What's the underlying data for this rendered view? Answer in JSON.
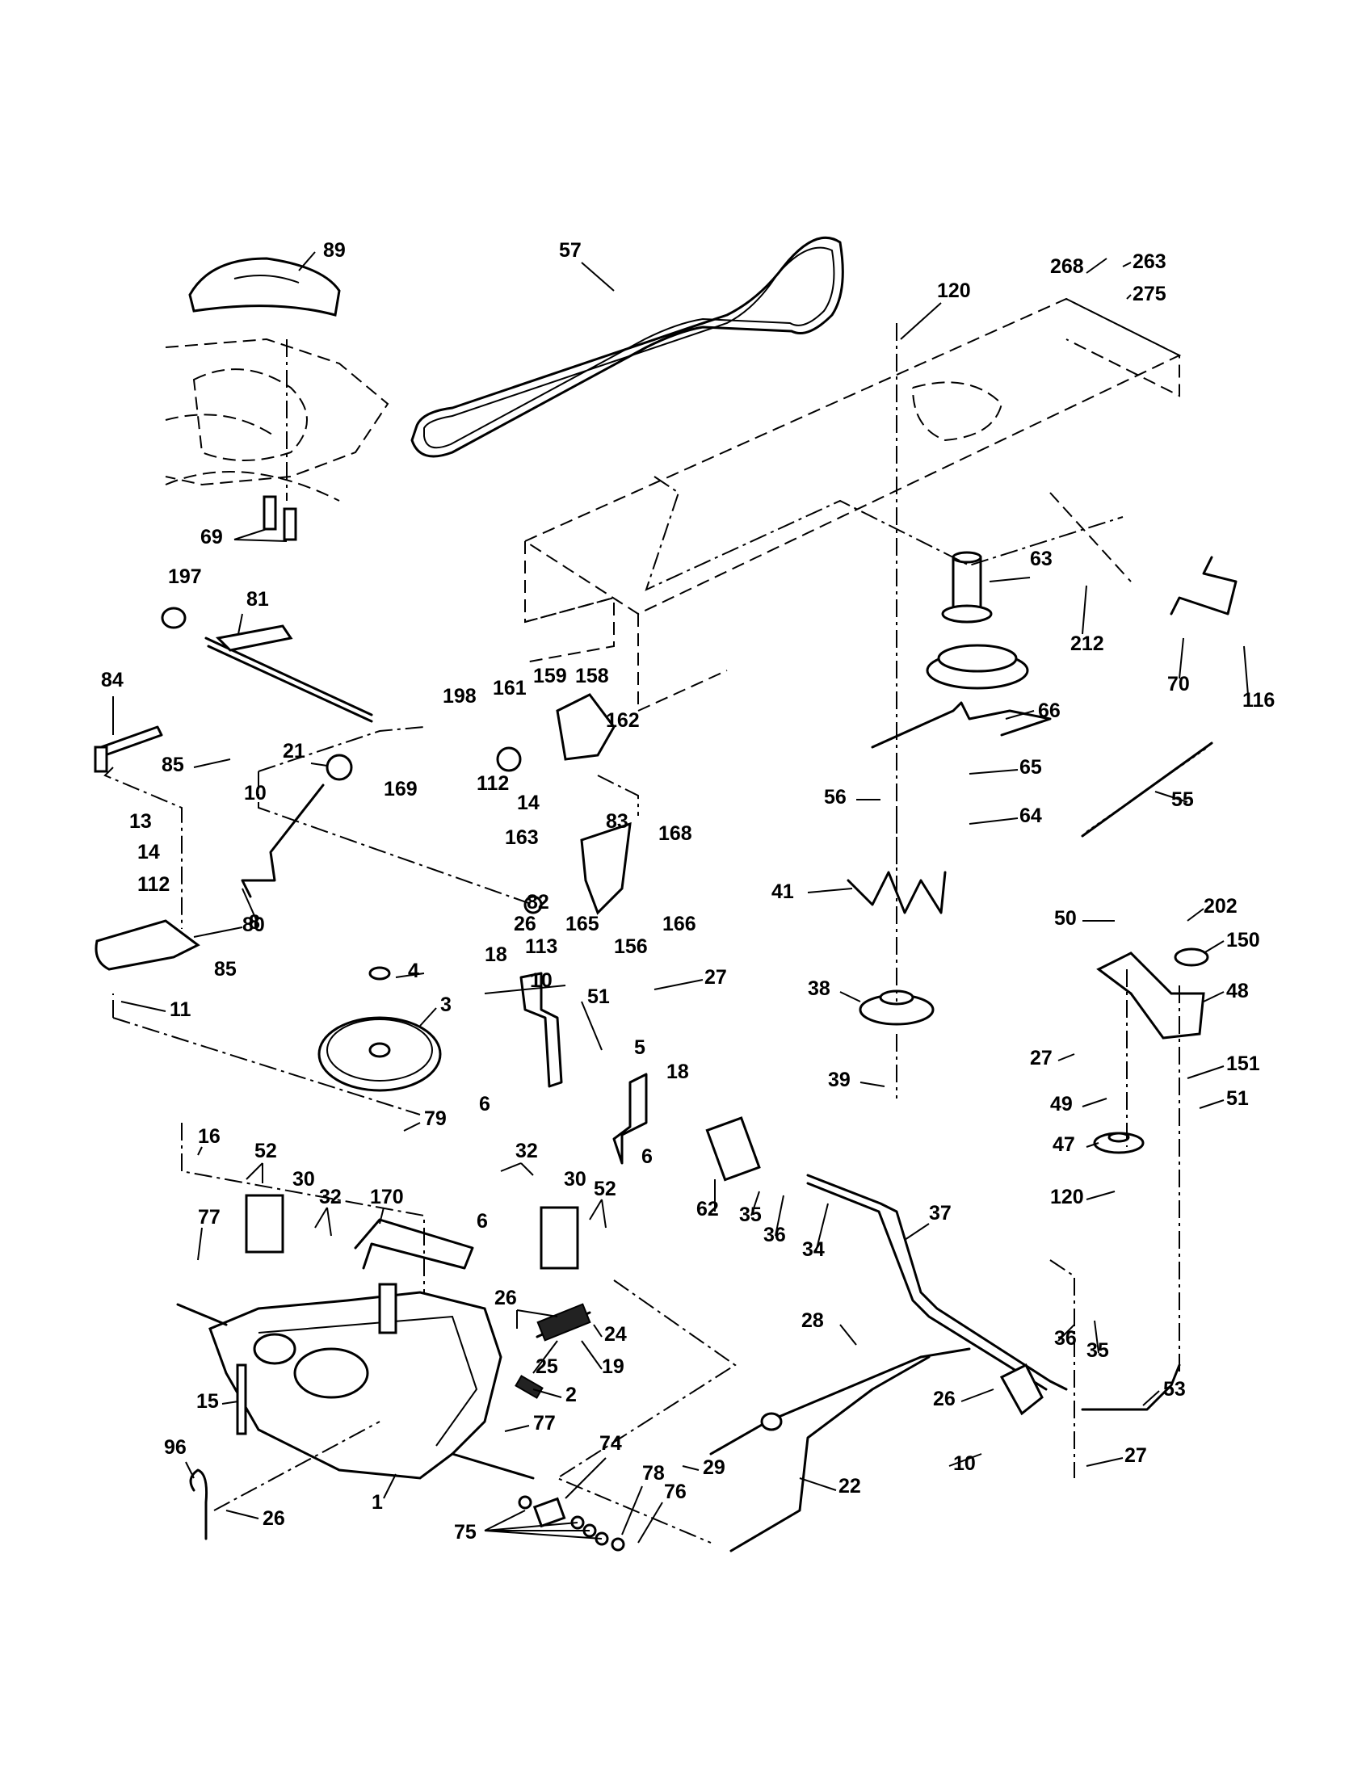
{
  "callouts": [
    "57",
    "89",
    "120",
    "268",
    "263",
    "275",
    "69",
    "197",
    "81",
    "84",
    "85",
    "21",
    "10",
    "13",
    "14",
    "112",
    "8",
    "80",
    "11",
    "198",
    "161",
    "159",
    "158",
    "162",
    "169",
    "83",
    "163",
    "168",
    "82",
    "26",
    "165",
    "156",
    "166",
    "63",
    "212",
    "70",
    "116",
    "66",
    "65",
    "56",
    "64",
    "55",
    "41",
    "50",
    "202",
    "150",
    "48",
    "38",
    "27",
    "39",
    "49",
    "151",
    "51",
    "47",
    "4",
    "3",
    "18",
    "113",
    "5",
    "6",
    "16",
    "52",
    "30",
    "32",
    "170",
    "79",
    "62",
    "35",
    "36",
    "34",
    "37",
    "77",
    "24",
    "19",
    "25",
    "2",
    "28",
    "15",
    "96",
    "1",
    "74",
    "78",
    "76",
    "75",
    "29",
    "22",
    "53",
    "212"
  ]
}
